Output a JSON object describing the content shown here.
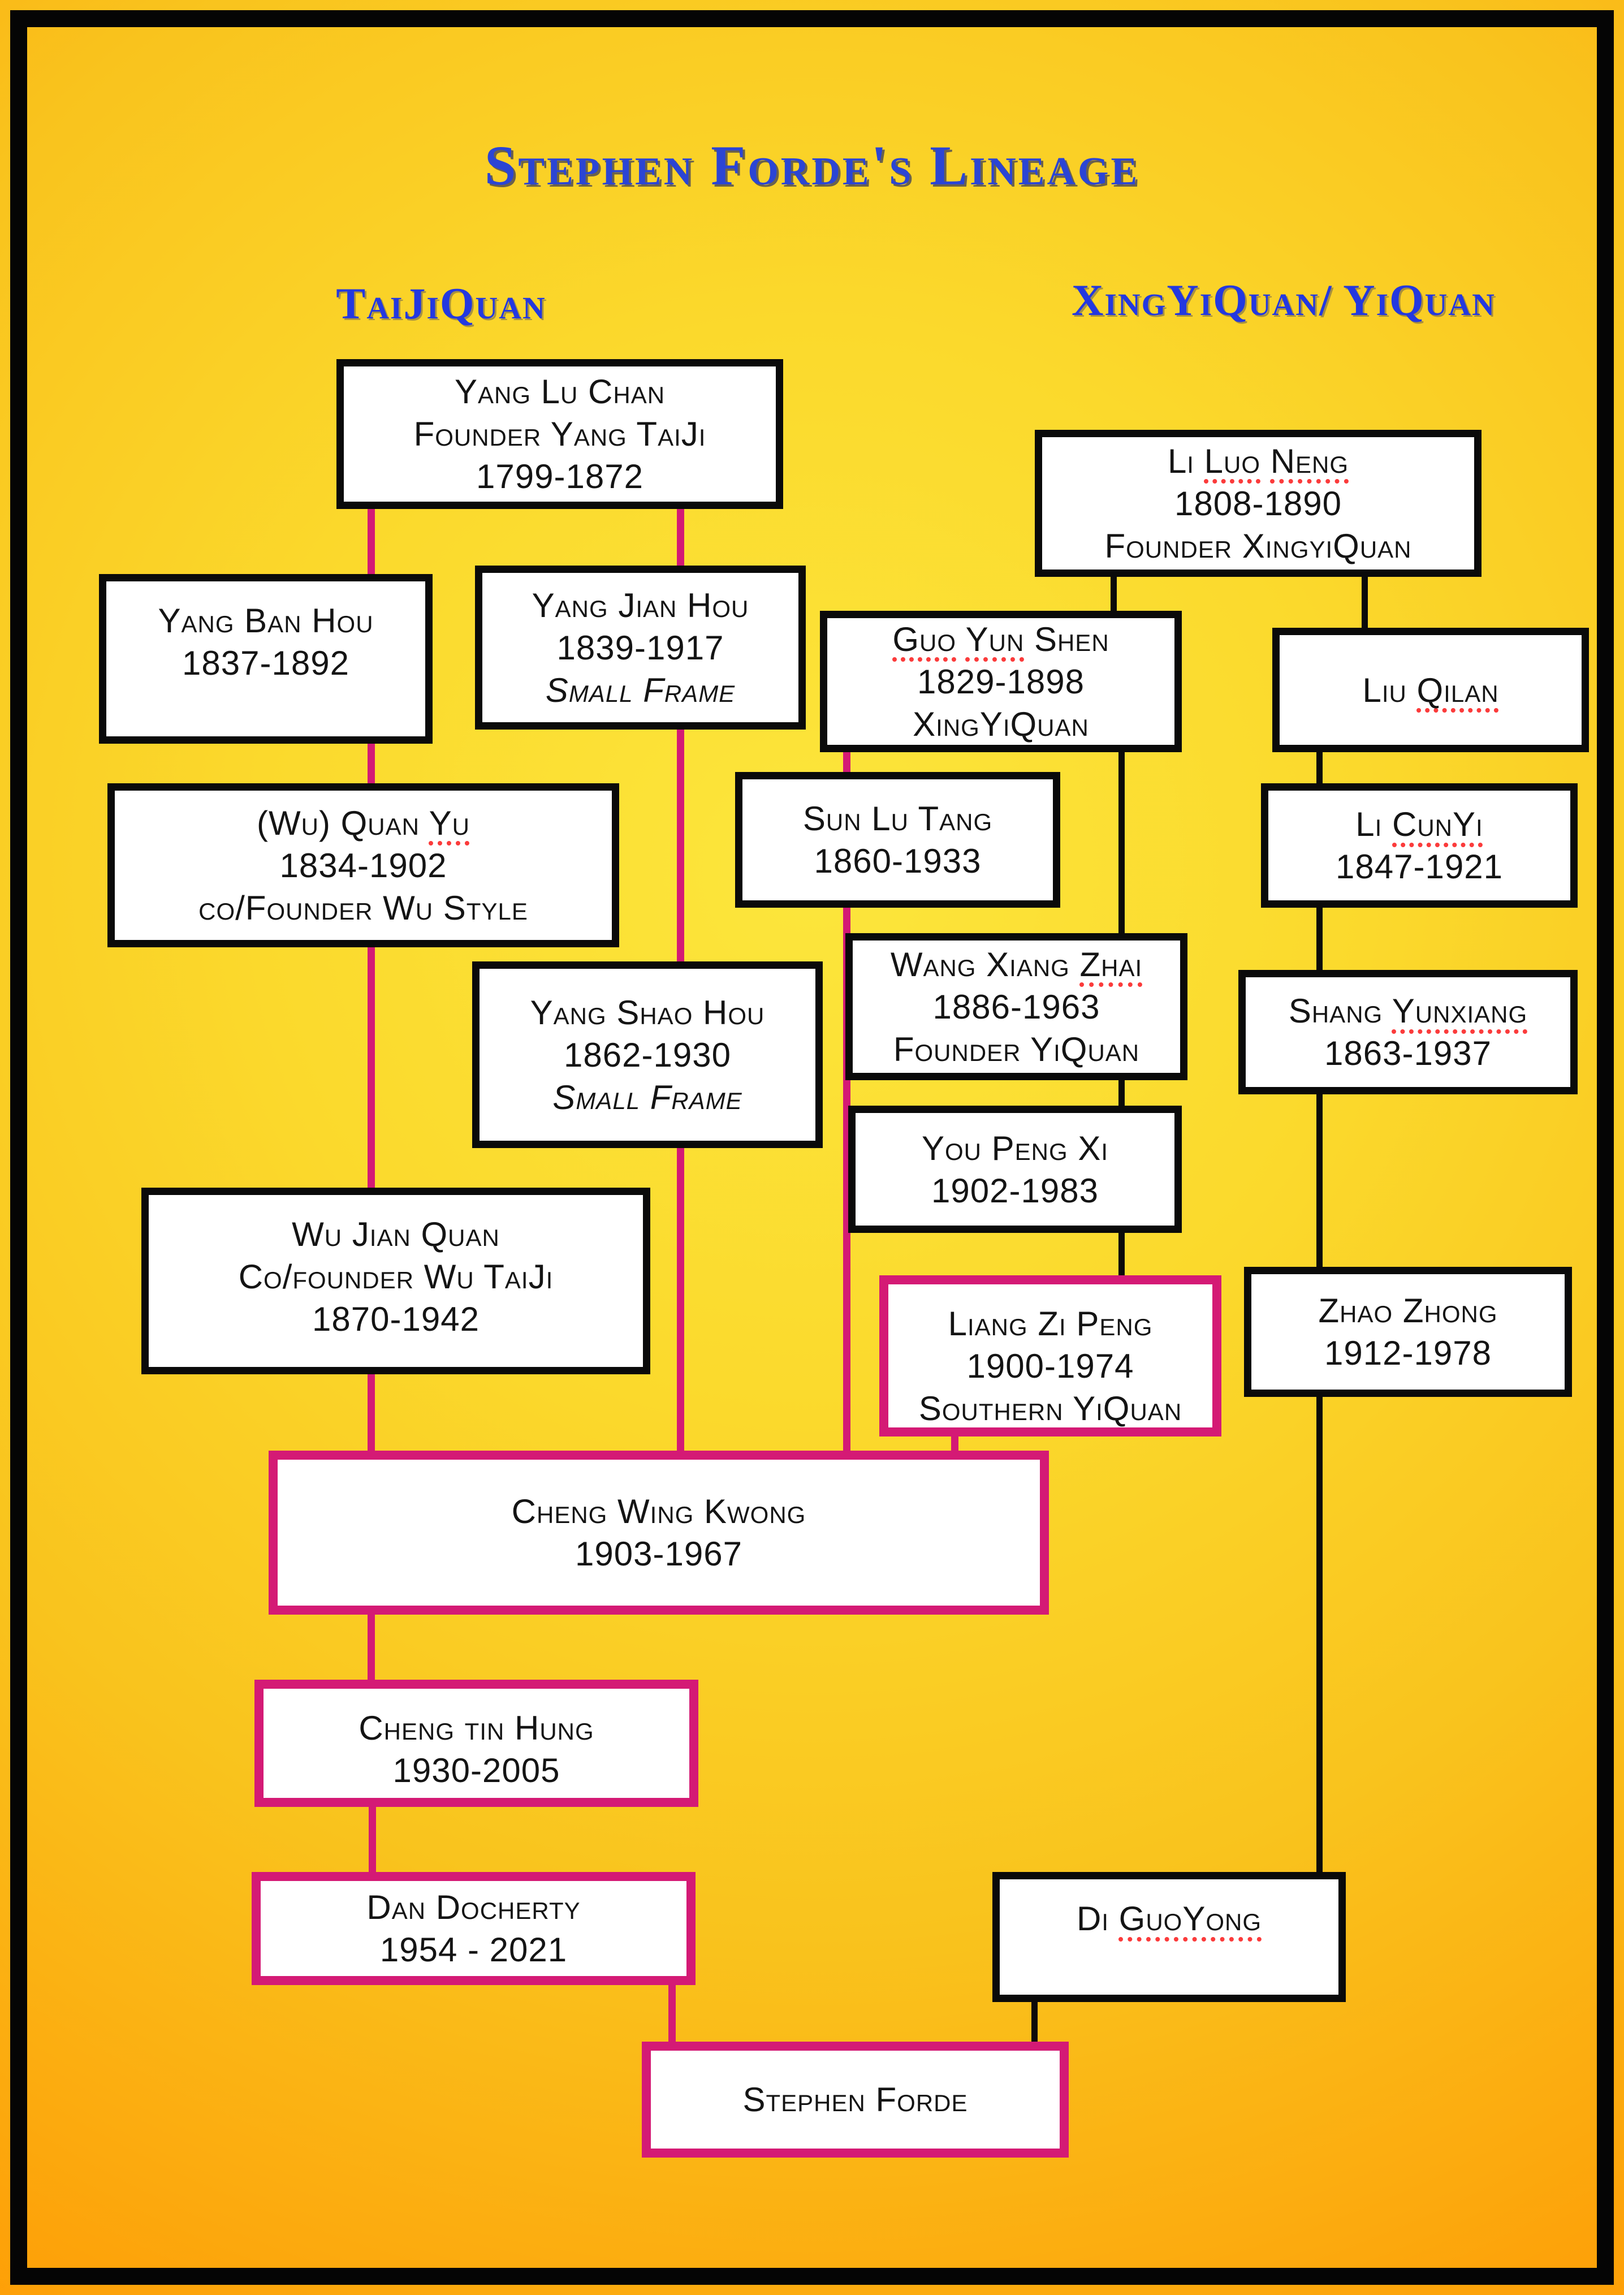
{
  "title": "Stephen Forde's Lineage",
  "columns": {
    "left": "TaiJiQuan",
    "right": "XingYiQuan/ YiQuan"
  },
  "colors": {
    "background_center_yellow": "#fce63c",
    "background_edge_orange": "#ff9800",
    "frame_black": "#050505",
    "box_border_black": "#0a0a0a",
    "box_border_magenta": "#d41a75",
    "taiji_line_magenta": "#d41a75",
    "xingyi_line_black": "#0a0a0a",
    "heading_blue": "#2b45d4",
    "spellcheck_underline_red": "#fb3b3b",
    "box_fill": "#ffffff",
    "text_black": "#141414"
  },
  "boxes": {
    "yang_lu_chan": {
      "person": "Yang Lu Chan",
      "border": "black",
      "lines": [
        {
          "t": "Yang Lu Chan"
        },
        {
          "t": "Founder Yang TaiJi"
        },
        {
          "t": "1799-1872"
        }
      ]
    },
    "li_luo_neng": {
      "person": "Li Luo Neng",
      "border": "black",
      "lines": [
        {
          "t": "Li Luo Neng",
          "u": [
            "Luo",
            "Neng"
          ]
        },
        {
          "t": "1808-1890"
        },
        {
          "t": "Founder XingyiQuan"
        }
      ]
    },
    "yang_ban_hou": {
      "person": "Yang Ban Hou",
      "border": "black",
      "lines": [
        {
          "t": "Yang Ban Hou"
        },
        {
          "t": "1837-1892"
        }
      ]
    },
    "yang_jian_hou": {
      "person": "Yang Jian Hou",
      "border": "black",
      "lines": [
        {
          "t": "Yang Jian Hou"
        },
        {
          "t": "1839-1917"
        },
        {
          "t": "Small Frame",
          "i": true
        }
      ]
    },
    "guo_yun_shen": {
      "person": "Guo Yun Shen",
      "border": "black",
      "lines": [
        {
          "t": "Guo Yun Shen",
          "u": [
            "Guo",
            "Yun"
          ]
        },
        {
          "t": "1829-1898"
        },
        {
          "t": "XingYiQuan"
        }
      ]
    },
    "liu_qilan": {
      "person": "Liu Qilan",
      "border": "black",
      "lines": [
        {
          "t": "Liu Qilan",
          "u": [
            "Qilan"
          ]
        }
      ]
    },
    "wu_quan_yu": {
      "person": "(Wu) Quan Yu",
      "border": "black",
      "lines": [
        {
          "t": "(Wu) Quan Yu",
          "u": [
            "Yu"
          ]
        },
        {
          "t": "1834-1902"
        },
        {
          "t": "co/Founder Wu Style"
        }
      ]
    },
    "sun_lu_tang": {
      "person": "Sun Lu Tang",
      "border": "black",
      "lines": [
        {
          "t": "Sun Lu Tang"
        },
        {
          "t": "1860-1933"
        }
      ]
    },
    "li_cunyi": {
      "person": "Li CunYi",
      "border": "black",
      "lines": [
        {
          "t": "Li CunYi",
          "u": [
            "CunYi"
          ]
        },
        {
          "t": "1847-1921"
        }
      ]
    },
    "yang_shao_hou": {
      "person": "Yang Shao Hou",
      "border": "black",
      "lines": [
        {
          "t": "Yang Shao Hou"
        },
        {
          "t": "1862-1930"
        },
        {
          "t": "Small Frame",
          "i": true
        }
      ]
    },
    "wang_xiang_zhai": {
      "person": "Wang Xiang Zhai",
      "border": "black",
      "lines": [
        {
          "t": "Wang Xiang Zhai",
          "u": [
            "Zhai"
          ]
        },
        {
          "t": "1886-1963"
        },
        {
          "t": "Founder YiQuan"
        }
      ]
    },
    "shang_yunxiang": {
      "person": "Shang Yunxiang",
      "border": "black",
      "lines": [
        {
          "t": "Shang Yunxiang",
          "u": [
            "Yunxiang"
          ]
        },
        {
          "t": "1863-1937"
        }
      ]
    },
    "you_peng_xi": {
      "person": "You Peng Xi",
      "border": "black",
      "lines": [
        {
          "t": "You Peng Xi"
        },
        {
          "t": "1902-1983"
        }
      ]
    },
    "wu_jian_quan": {
      "person": "Wu Jian Quan",
      "border": "black",
      "lines": [
        {
          "t": "Wu Jian Quan"
        },
        {
          "t": "Co/founder Wu TaiJi"
        },
        {
          "t": "1870-1942"
        }
      ]
    },
    "liang_zi_peng": {
      "person": "Liang Zi Peng",
      "border": "magenta",
      "lines": [
        {
          "t": "Liang Zi Peng"
        },
        {
          "t": "1900-1974"
        },
        {
          "t": "Southern YiQuan"
        }
      ]
    },
    "zhao_zhong": {
      "person": "Zhao Zhong",
      "border": "black",
      "lines": [
        {
          "t": "Zhao Zhong"
        },
        {
          "t": "1912-1978"
        }
      ]
    },
    "cheng_wing_kwong": {
      "person": "Cheng Wing Kwong",
      "border": "magenta",
      "lines": [
        {
          "t": "Cheng Wing Kwong"
        },
        {
          "t": "1903-1967"
        }
      ]
    },
    "cheng_tin_hung": {
      "person": "Cheng tin Hung",
      "border": "magenta",
      "lines": [
        {
          "t": "Cheng tin Hung"
        },
        {
          "t": "1930-2005"
        }
      ]
    },
    "dan_docherty": {
      "person": "Dan Docherty",
      "border": "magenta",
      "lines": [
        {
          "t": "Dan Docherty"
        },
        {
          "t": "1954 - 2021"
        }
      ]
    },
    "di_guoyong": {
      "person": "Di GuoYong",
      "border": "black",
      "lines": [
        {
          "t": "Di GuoYong",
          "u": [
            "GuoYong"
          ]
        }
      ]
    },
    "stephen_forde": {
      "person": "Stephen Forde",
      "border": "magenta",
      "lines": [
        {
          "t": "Stephen Forde"
        }
      ]
    }
  },
  "edges": [
    {
      "from": "Yang Lu Chan",
      "to": "Yang Ban Hou",
      "color": "magenta"
    },
    {
      "from": "Yang Lu Chan",
      "to": "Yang Jian Hou",
      "color": "magenta"
    },
    {
      "from": "Yang Ban Hou",
      "to": "(Wu) Quan Yu",
      "color": "magenta"
    },
    {
      "from": "(Wu) Quan Yu",
      "to": "Wu Jian Quan",
      "color": "magenta"
    },
    {
      "from": "Yang Jian Hou",
      "to": "Yang Shao Hou",
      "color": "magenta"
    },
    {
      "from": "Wu Jian Quan",
      "to": "Cheng Wing Kwong",
      "color": "magenta"
    },
    {
      "from": "Yang Shao Hou",
      "to": "Cheng Wing Kwong",
      "color": "magenta"
    },
    {
      "from": "Guo Yun Shen",
      "to": "Sun Lu Tang",
      "color": "magenta"
    },
    {
      "from": "Sun Lu Tang",
      "to": "Cheng Wing Kwong",
      "color": "magenta"
    },
    {
      "from": "Liang Zi Peng",
      "to": "Cheng Wing Kwong",
      "color": "magenta"
    },
    {
      "from": "Cheng Wing Kwong",
      "to": "Cheng tin Hung",
      "color": "magenta"
    },
    {
      "from": "Cheng tin Hung",
      "to": "Dan Docherty",
      "color": "magenta"
    },
    {
      "from": "Dan Docherty",
      "to": "Stephen Forde",
      "color": "magenta"
    },
    {
      "from": "Li Luo Neng",
      "to": "Guo Yun Shen",
      "color": "black"
    },
    {
      "from": "Li Luo Neng",
      "to": "Liu Qilan",
      "color": "black"
    },
    {
      "from": "Guo Yun Shen",
      "to": "Wang Xiang Zhai",
      "color": "black"
    },
    {
      "from": "Wang Xiang Zhai",
      "to": "You Peng Xi",
      "color": "black"
    },
    {
      "from": "You Peng Xi",
      "to": "Liang Zi Peng",
      "color": "black"
    },
    {
      "from": "Liu Qilan",
      "to": "Li CunYi",
      "color": "black"
    },
    {
      "from": "Li CunYi",
      "to": "Shang Yunxiang",
      "color": "black"
    },
    {
      "from": "Shang Yunxiang",
      "to": "Zhao Zhong",
      "color": "black"
    },
    {
      "from": "Zhao Zhong",
      "to": "Di GuoYong",
      "color": "black"
    },
    {
      "from": "Di GuoYong",
      "to": "Stephen Forde",
      "color": "black"
    }
  ]
}
